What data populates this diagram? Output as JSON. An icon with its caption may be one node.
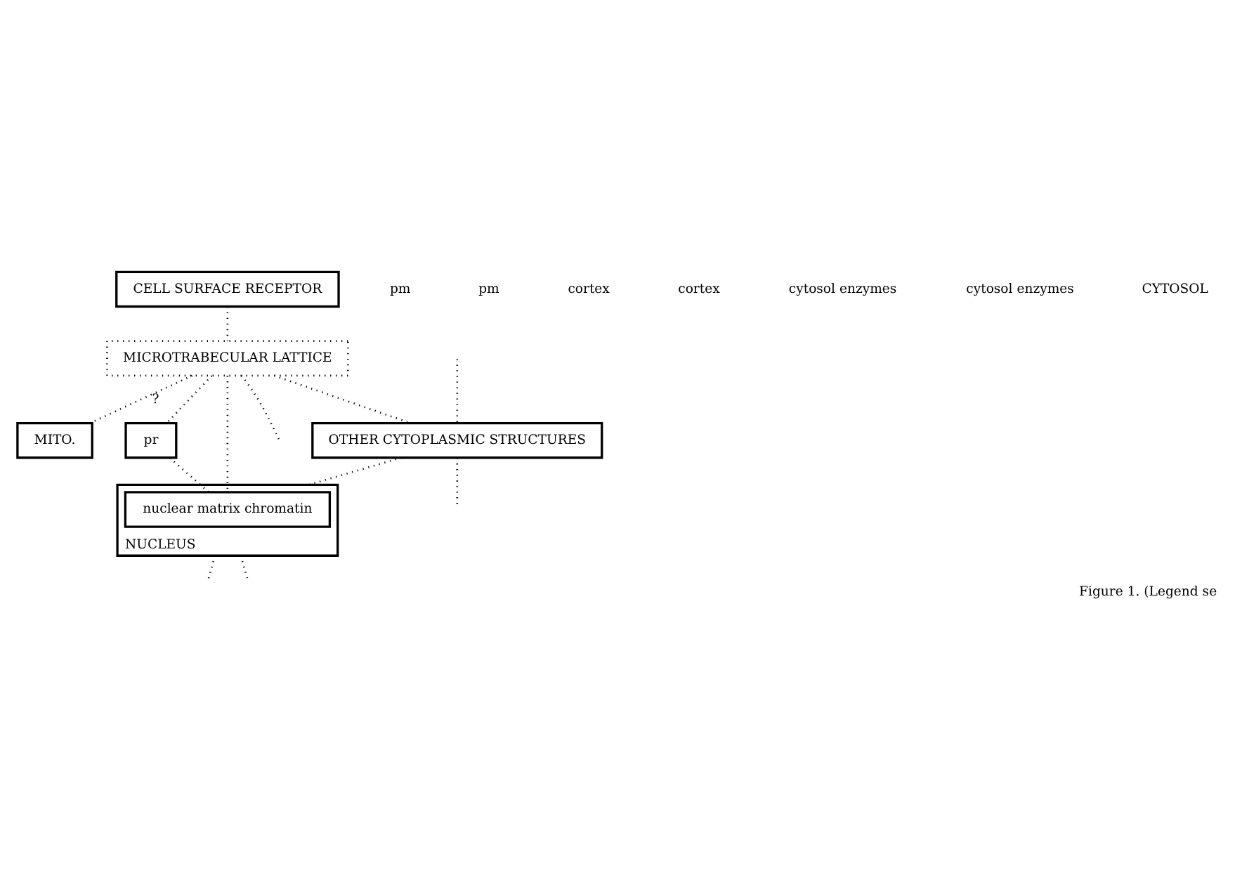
{
  "diagram": {
    "caption": "Figure 1. (Legend se",
    "nodes": [
      {
        "text": [
          "CELL SURFACE RECEPTOR"
        ]
      },
      {
        "text": [
          "MICROTRABECULAR LATTICE"
        ]
      },
      {
        "text": [
          "OTHER CYTOPLASMIC STRUCTURES"
        ]
      },
      {
        "text": [
          "MITO."
        ]
      },
      {
        "text": [
          "pr"
        ]
      },
      {
        "text": [
          "NUCLEUS"
        ]
      },
      {
        "text": [
          "nuclear matrix chromatin"
        ],
        "in": 5
      }
    ],
    "edges": [
      {
        "from": 0,
        "to": 1,
        "arrow": "none"
      },
      {
        "from": 1,
        "to": 2,
        "arrow": "none"
      },
      {
        "from": 1,
        "to": 3,
        "arrow": "none",
        "label": "?"
      },
      {
        "from": 1,
        "to": 4,
        "arrow": "none"
      },
      {
        "from": 1,
        "to": null,
        "arrow": "none"
      },
      {
        "from": 1,
        "to": 6,
        "arrow": "none"
      },
      {
        "from": 4,
        "to": 6,
        "arrow": "none"
      },
      {
        "from": 2,
        "to": 5,
        "arrow": "none"
      },
      {
        "from": null,
        "to": 2,
        "arrow": "none"
      },
      {
        "from": 2,
        "to": null,
        "arrow": "none"
      },
      {
        "from": 5,
        "to": null,
        "arrow": "none"
      },
      {
        "from": 5,
        "to": null,
        "arrow": "none"
      }
    ],
    "labels": [
      "pm",
      "pm",
      "cortex",
      "cortex",
      "cytosol enzymes",
      "cytosol enzymes",
      "CYTOSOL"
    ]
  }
}
